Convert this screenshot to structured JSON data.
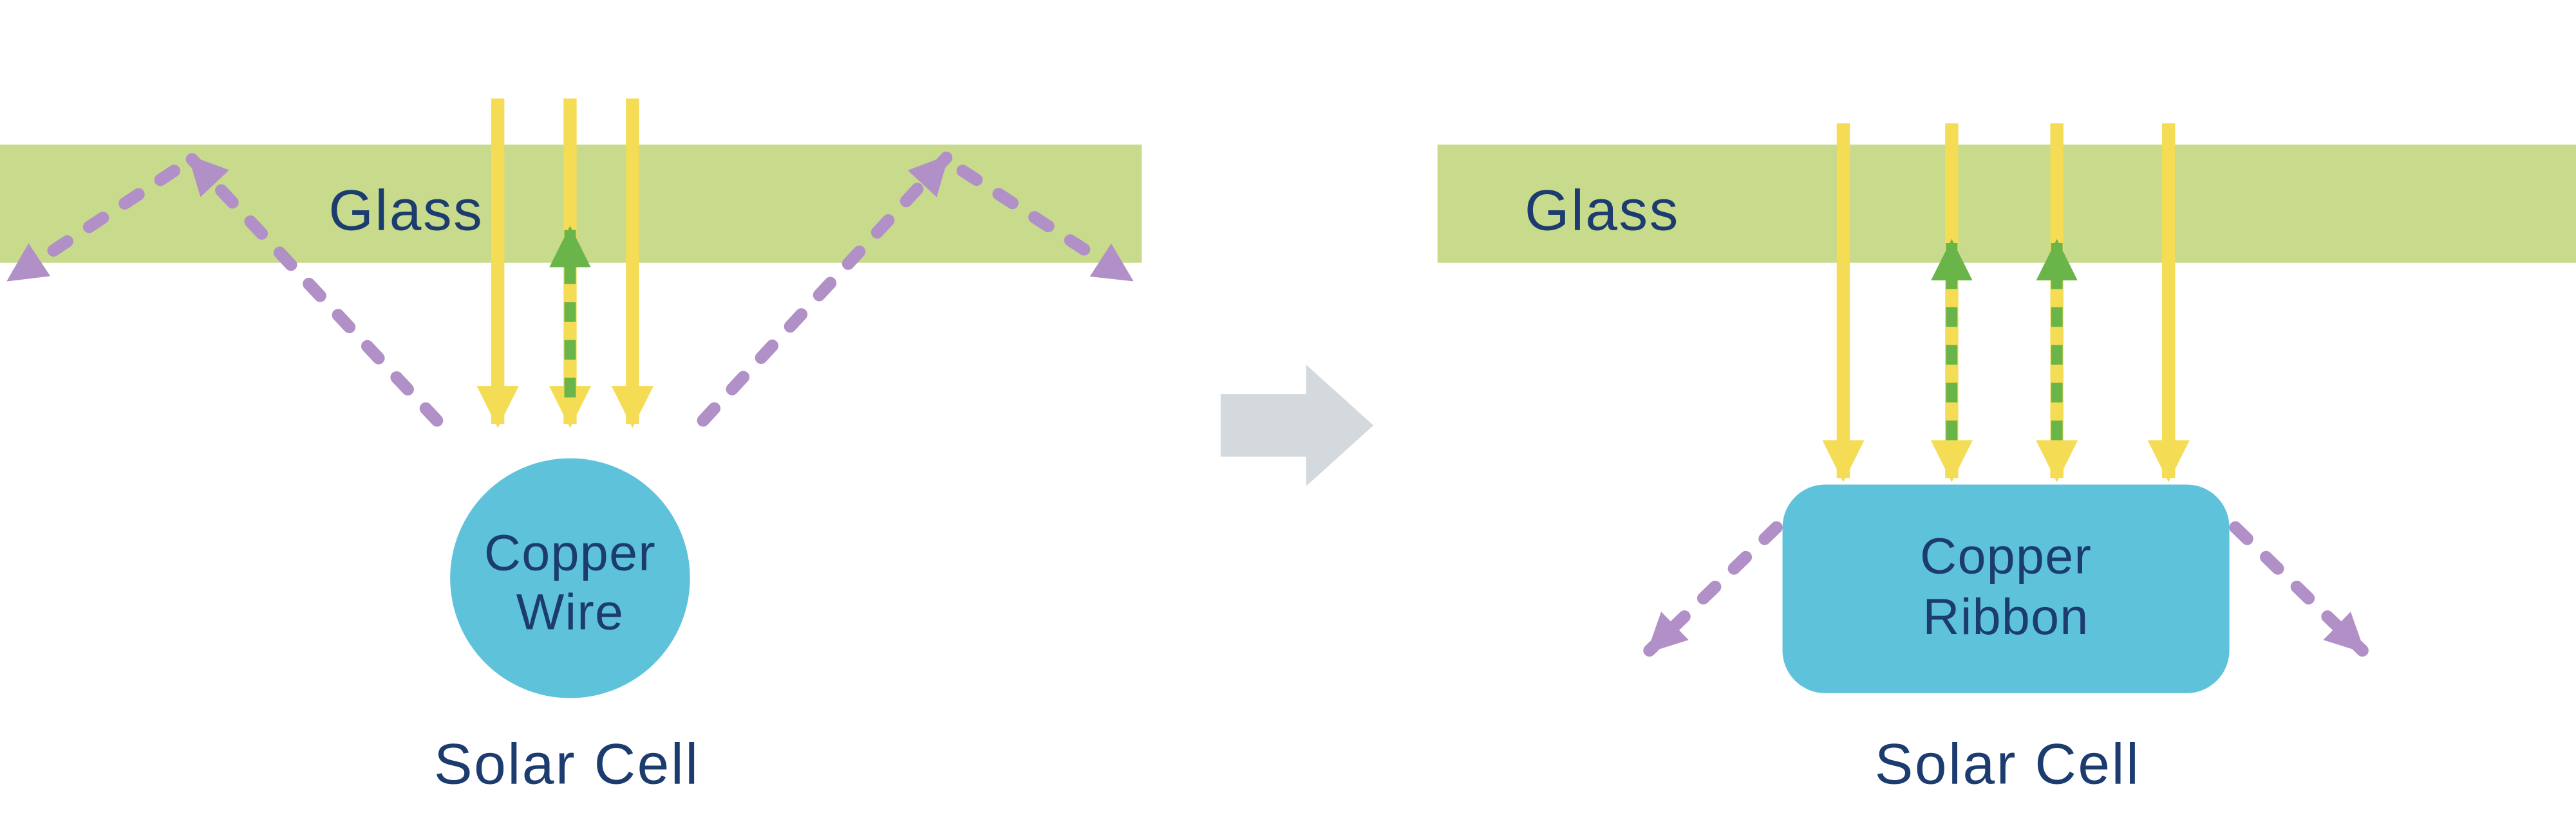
{
  "diagram": {
    "before": {
      "glass_label": "Glass",
      "component_line1": "Copper",
      "component_line2": "Wire",
      "caption": "Solar Cell"
    },
    "after": {
      "glass_label": "Glass",
      "component_line1": "Copper",
      "component_line2": "Ribbon",
      "caption": "Solar Cell"
    },
    "colors": {
      "glass": "#c8da8c",
      "sunlight": "#f5dc55",
      "reflected": "#6ab54a",
      "scattered": "#b18fc7",
      "copper": "#5ec3da",
      "text": "#1c3c6f",
      "transition_arrow": "#d3d9dc"
    }
  }
}
